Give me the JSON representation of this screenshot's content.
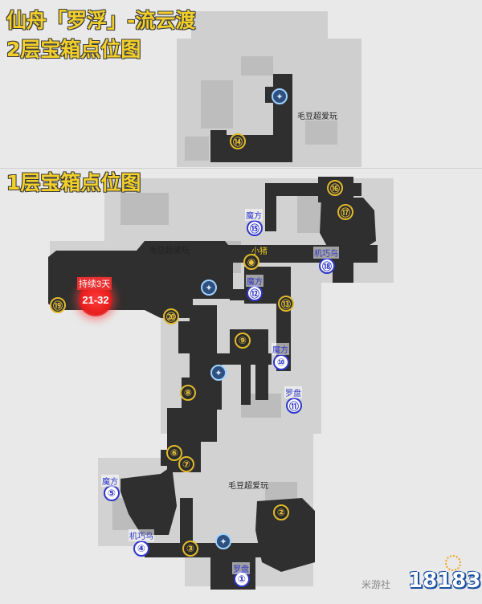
{
  "title": {
    "line1": "仙舟「罗浮」-流云渡",
    "line2": "2层宝箱点位图",
    "line3": "1层宝箱点位图"
  },
  "shops": [
    {
      "id": "shop-floor2",
      "label": "毛豆超爱玩"
    },
    {
      "id": "shop-floor1-top",
      "label": "毛豆超爱玩"
    },
    {
      "id": "shop-floor1-bottom",
      "label": "毛豆超爱玩"
    }
  ],
  "event_marker": {
    "label": "持续3天",
    "range": "21-32"
  },
  "chests": [
    {
      "number": "①",
      "type": "blue",
      "caption": "罗盘"
    },
    {
      "number": "②",
      "type": "gold",
      "caption": ""
    },
    {
      "number": "③",
      "type": "gold",
      "caption": ""
    },
    {
      "number": "④",
      "type": "blue",
      "caption": "机巧鸟"
    },
    {
      "number": "⑤",
      "type": "blue",
      "caption": "魔方"
    },
    {
      "number": "⑥",
      "type": "gold",
      "caption": ""
    },
    {
      "number": "⑦",
      "type": "gold",
      "caption": ""
    },
    {
      "number": "⑧",
      "type": "gold",
      "caption": ""
    },
    {
      "number": "⑨",
      "type": "gold",
      "caption": ""
    },
    {
      "number": "⑩",
      "type": "blue",
      "caption": "魔方"
    },
    {
      "number": "⑪",
      "type": "blue",
      "caption": "罗盘"
    },
    {
      "number": "⑫",
      "type": "blue",
      "caption": "魔方"
    },
    {
      "number": "⑬",
      "type": "gold",
      "caption": ""
    },
    {
      "number": "⑭",
      "type": "gold",
      "caption": ""
    },
    {
      "number": "⑮",
      "type": "blue",
      "caption": "魔方"
    },
    {
      "number": "⑯",
      "type": "gold",
      "caption": ""
    },
    {
      "number": "⑰",
      "type": "gold",
      "caption": ""
    },
    {
      "number": "⑱",
      "type": "blue",
      "caption": "机巧鸟"
    },
    {
      "number": "⑲",
      "type": "gold",
      "caption": ""
    },
    {
      "number": "⑳",
      "type": "gold",
      "caption": ""
    }
  ],
  "special_marker": {
    "caption": "小猪"
  },
  "teleports": [
    {
      "icon": "teleport-icon"
    },
    {
      "icon": "teleport-icon"
    },
    {
      "icon": "teleport-icon"
    },
    {
      "icon": "teleport-icon"
    }
  ],
  "watermark": {
    "text": "米游社",
    "logo": "18183"
  },
  "colors": {
    "gold": "#f2cf2a",
    "blue": "#2f36c8",
    "event_red": "#e81d1d",
    "path": "#2f2f2f"
  }
}
